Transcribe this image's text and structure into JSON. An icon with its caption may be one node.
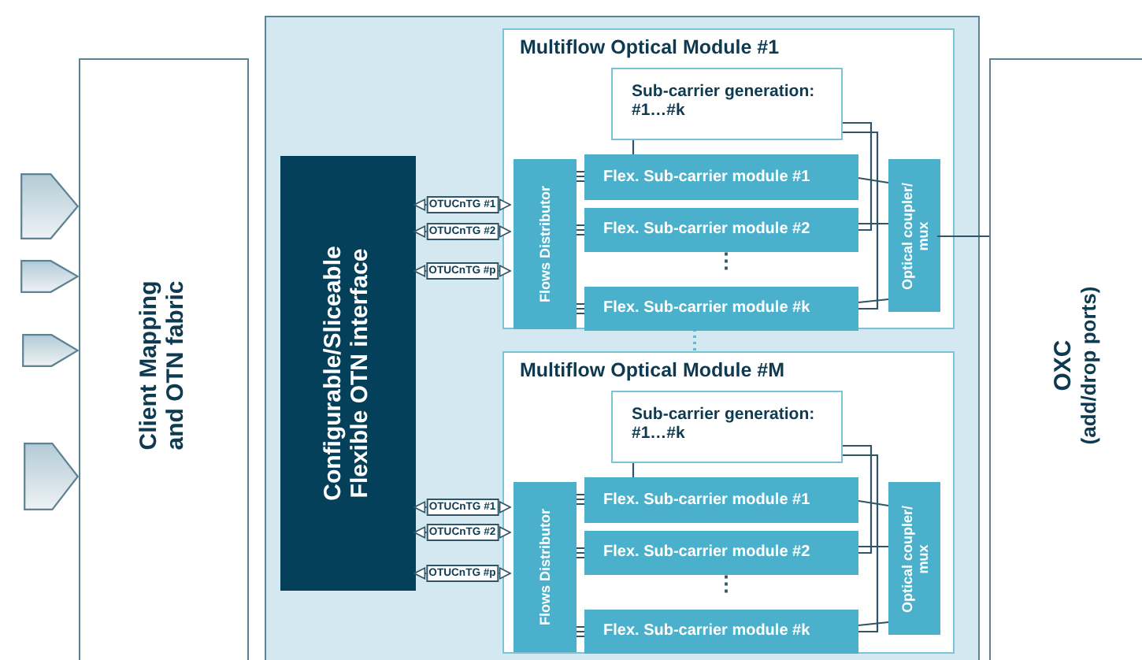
{
  "diagram": {
    "nodes": [
      {
        "text": [],
        "shape": "pentagon"
      },
      {
        "text": [],
        "shape": "pentagon"
      },
      {
        "text": [],
        "shape": "pentagon"
      },
      {
        "text": [],
        "shape": "pentagon"
      },
      {
        "text": [
          "Client Mapping and OTN fabric"
        ]
      },
      {
        "text": [],
        "shape": "box"
      },
      {
        "text": [
          "Configurable/Sliceable Flexible OTN interface"
        ],
        "in": 5
      },
      {
        "text": [
          "Multiflow Optical Module #1"
        ],
        "in": 5
      },
      {
        "text": [
          "Sub-carrier generation: #1…#k"
        ],
        "in": 7
      },
      {
        "text": [
          "Flows Distributor"
        ],
        "in": 7
      },
      {
        "text": [
          "Flex. Sub-carrier module #1"
        ],
        "in": 7
      },
      {
        "text": [
          "Flex. Sub-carrier module #2"
        ],
        "in": 7
      },
      {
        "text": [
          "Flex. Sub-carrier module #k"
        ],
        "in": 7
      },
      {
        "text": [
          "Optical coupler/ mux"
        ],
        "in": 7
      },
      {
        "text": [
          "Multiflow Optical Module #M"
        ],
        "in": 5
      },
      {
        "text": [
          "Sub-carrier generation: #1…#k"
        ],
        "in": 14
      },
      {
        "text": [
          "Flows Distributor"
        ],
        "in": 14
      },
      {
        "text": [
          "Flex. Sub-carrier module #1"
        ],
        "in": 14
      },
      {
        "text": [
          "Flex. Sub-carrier module #2"
        ],
        "in": 14
      },
      {
        "text": [
          "Flex. Sub-carrier module #k"
        ],
        "in": 14
      },
      {
        "text": [
          "Optical coupler/ mux"
        ],
        "in": 14
      },
      {
        "text": [
          "OXC",
          "(add/drop ports)"
        ]
      }
    ],
    "edges": [
      {
        "from": 9,
        "to": 6,
        "arrow": "both",
        "label": "OTUCnTG #1"
      },
      {
        "from": 9,
        "to": 6,
        "arrow": "both",
        "label": "OTUCnTG #2"
      },
      {
        "from": 9,
        "to": 6,
        "arrow": "both",
        "label": "OTUCnTG #p"
      },
      {
        "from": 16,
        "to": 6,
        "arrow": "both",
        "label": "OTUCnTG #1"
      },
      {
        "from": 16,
        "to": 6,
        "arrow": "both",
        "label": "OTUCnTG #2"
      },
      {
        "from": 16,
        "to": 6,
        "arrow": "both",
        "label": "OTUCnTG #p"
      },
      {
        "from": 8,
        "to": 10,
        "arrow": "none"
      },
      {
        "from": 8,
        "to": 11,
        "arrow": "none"
      },
      {
        "from": 8,
        "to": 12,
        "arrow": "none"
      },
      {
        "from": 9,
        "to": 10,
        "arrow": "none"
      },
      {
        "from": 9,
        "to": 11,
        "arrow": "none"
      },
      {
        "from": 9,
        "to": 12,
        "arrow": "none"
      },
      {
        "from": 10,
        "to": 13,
        "arrow": "none"
      },
      {
        "from": 11,
        "to": 13,
        "arrow": "none"
      },
      {
        "from": 12,
        "to": 13,
        "arrow": "none"
      },
      {
        "from": 15,
        "to": 17,
        "arrow": "none"
      },
      {
        "from": 15,
        "to": 18,
        "arrow": "none"
      },
      {
        "from": 15,
        "to": 19,
        "arrow": "none"
      },
      {
        "from": 16,
        "to": 17,
        "arrow": "none"
      },
      {
        "from": 16,
        "to": 18,
        "arrow": "none"
      },
      {
        "from": 16,
        "to": 19,
        "arrow": "none"
      },
      {
        "from": 17,
        "to": 20,
        "arrow": "none"
      },
      {
        "from": 18,
        "to": 20,
        "arrow": "none"
      },
      {
        "from": 19,
        "to": 20,
        "arrow": "none"
      },
      {
        "from": 13,
        "to": 21,
        "arrow": "none"
      },
      {
        "from": 7,
        "to": 14,
        "arrow": "none",
        "style": "dashed",
        "color": "#6db6cc"
      }
    ],
    "labels": [
      "⋮",
      "⋮"
    ]
  }
}
